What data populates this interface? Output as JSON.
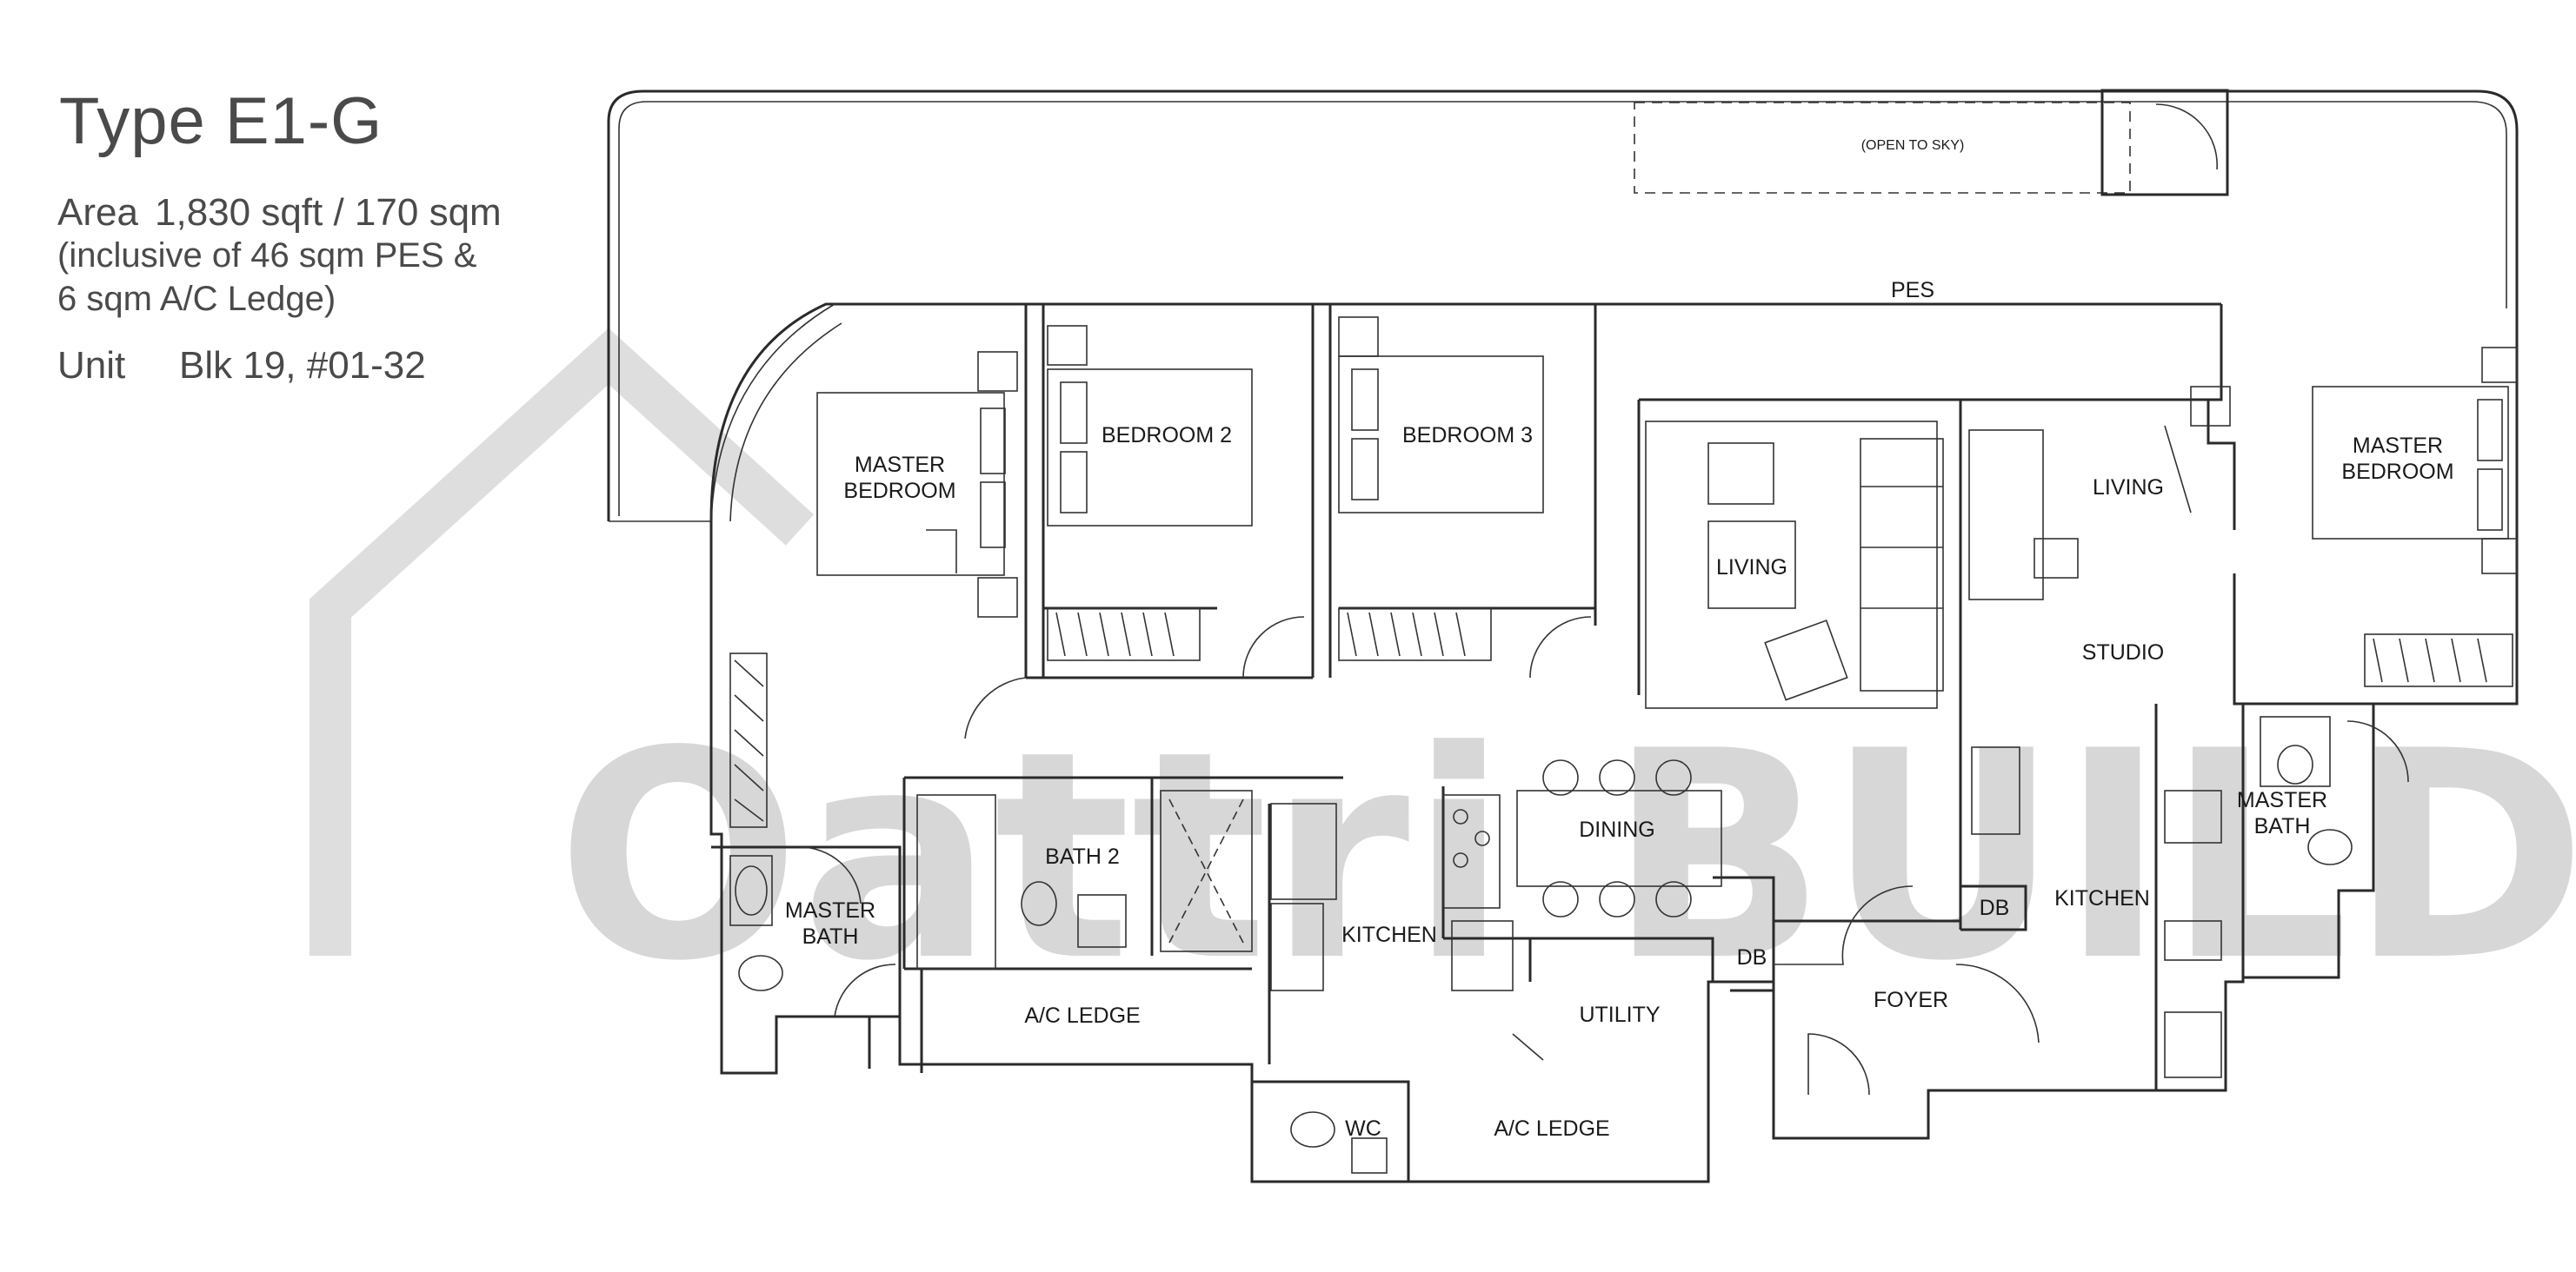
{
  "header": {
    "title": "Type E1-G",
    "area_label": "Area",
    "area_value": "1,830 sqft / 170 sqm",
    "area_note_1": "(inclusive of 46 sqm PES &",
    "area_note_2": "6 sqm A/C Ledge)",
    "unit_label": "Unit",
    "unit_value": "Blk 19,  #01-32"
  },
  "watermark": "Oattri BUILD",
  "rooms": {
    "open_to_sky": "(OPEN TO SKY)",
    "pes": "PES",
    "master_bedroom_1_l1": "MASTER",
    "master_bedroom_1_l2": "BEDROOM",
    "bedroom_2": "BEDROOM 2",
    "bedroom_3": "BEDROOM 3",
    "living_main": "LIVING",
    "living_studio": "LIVING",
    "studio": "STUDIO",
    "master_bedroom_2_l1": "MASTER",
    "master_bedroom_2_l2": "BEDROOM",
    "bath_2": "BATH 2",
    "master_bath_1_l1": "MASTER",
    "master_bath_1_l2": "BATH",
    "dining": "DINING",
    "kitchen_main": "KITCHEN",
    "kitchen_studio": "KITCHEN",
    "master_bath_2_l1": "MASTER",
    "master_bath_2_l2": "BATH",
    "db_1": "DB",
    "db_2": "DB",
    "ac_ledge_1": "A/C LEDGE",
    "ac_ledge_2": "A/C LEDGE",
    "utility": "UTILITY",
    "foyer": "FOYER",
    "wc": "WC"
  }
}
